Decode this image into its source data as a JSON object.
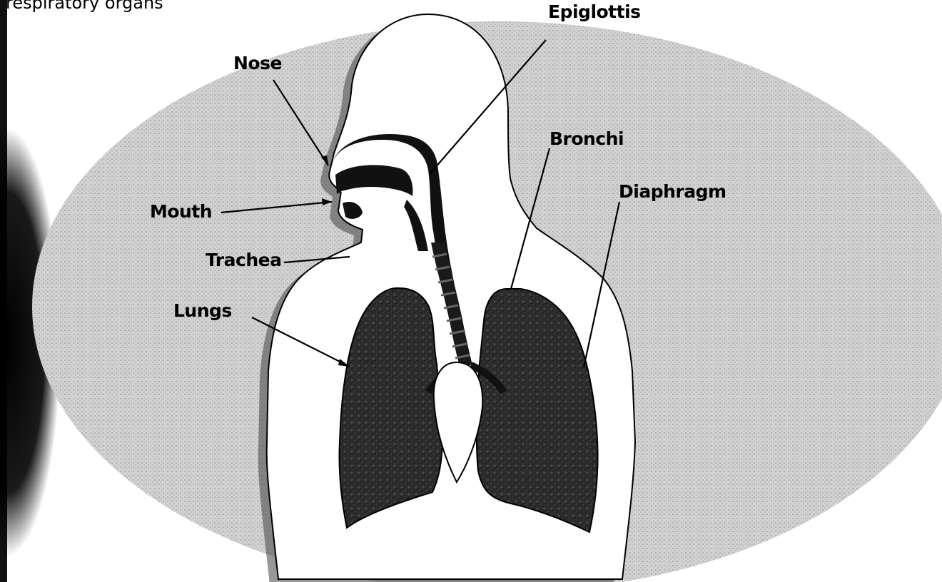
{
  "caption": "respiratory organs",
  "labels": {
    "nose": "Nose",
    "mouth": "Mouth",
    "trachea": "Trachea",
    "lungs": "Lungs",
    "epiglottis": "Epiglottis",
    "bronchi": "Bronchi",
    "diaphragm": "Diaphragm"
  },
  "colors": {
    "background_oval": "#c8c8c8",
    "body": "#ffffff",
    "airway": "#111111",
    "lungs": "#2a2a2a",
    "text": "#000000"
  }
}
